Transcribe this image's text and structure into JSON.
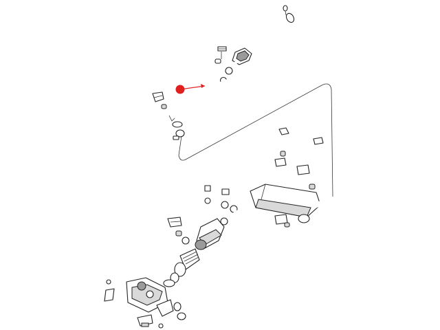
{
  "diagram": {
    "accent_color": "#e0201f",
    "callout_marker": "red-dot-callout",
    "highlighted_part": "intermediate-pipe",
    "parts": [
      "exhaust-tip-pipe",
      "rear-resonator",
      "intermediate-pipe",
      "hangers",
      "clamps",
      "main-muffler",
      "catalytic-converter",
      "flex-pipe",
      "exhaust-manifold",
      "gaskets",
      "mounting-brackets"
    ]
  }
}
